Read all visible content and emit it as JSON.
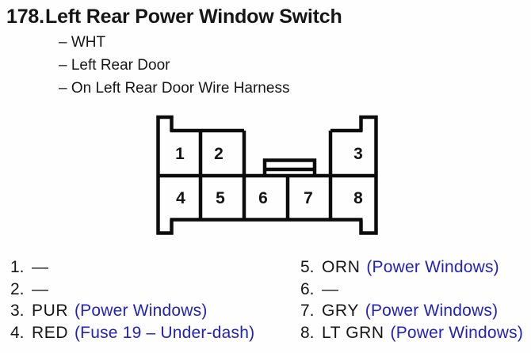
{
  "colors": {
    "ink": "#161616",
    "accent_blue": "#2222bb",
    "diagram_line": "#0c0c0c",
    "background": "#fefefe"
  },
  "header": {
    "number": "178.",
    "title": "Left Rear Power Window Switch"
  },
  "details": [
    "– WHT",
    "– Left Rear Door",
    "– On Left Rear Door Wire Harness"
  ],
  "connector": {
    "description": "8-cavity connector, face view, two rows with center latch tab",
    "pins": [
      "1",
      "2",
      "3",
      "4",
      "5",
      "6",
      "7",
      "8"
    ]
  },
  "legend": {
    "left": [
      {
        "num": "1.",
        "wire": "—",
        "note": ""
      },
      {
        "num": "2.",
        "wire": "—",
        "note": ""
      },
      {
        "num": "3.",
        "wire": "PUR",
        "note": "(Power Windows)"
      },
      {
        "num": "4.",
        "wire": "RED",
        "note": "(Fuse 19 – Under-dash)"
      }
    ],
    "right": [
      {
        "num": "5.",
        "wire": "ORN",
        "note": "(Power Windows)"
      },
      {
        "num": "6.",
        "wire": "—",
        "note": ""
      },
      {
        "num": "7.",
        "wire": "GRY",
        "note": "(Power Windows)"
      },
      {
        "num": "8.",
        "wire": "LT GRN",
        "note": "(Power Windows)"
      }
    ]
  }
}
